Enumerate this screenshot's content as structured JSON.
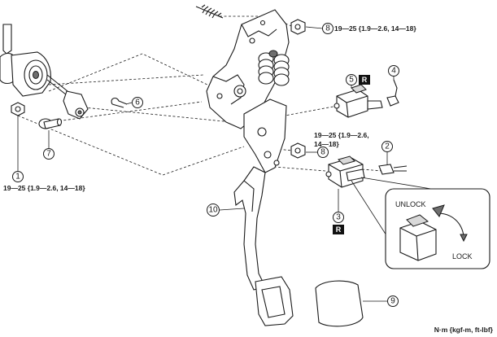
{
  "callouts": [
    "1",
    "2",
    "3",
    "4",
    "5",
    "6",
    "7",
    "8",
    "9",
    "10"
  ],
  "torque_specs": {
    "nut_8_upper": "19—25 {1.9—2.6, 14—18}",
    "nut_8_lower_line1": "19—25 {1.9—2.6,",
    "nut_8_lower_line2": "14—18}",
    "nut_1": "19—25 {1.9—2.6, 14—18}"
  },
  "replace_badge": "R",
  "inset": {
    "unlock_label": "UNLOCK",
    "lock_label": "LOCK"
  },
  "units_note": "N·m {kgf-m, ft-lbf}"
}
